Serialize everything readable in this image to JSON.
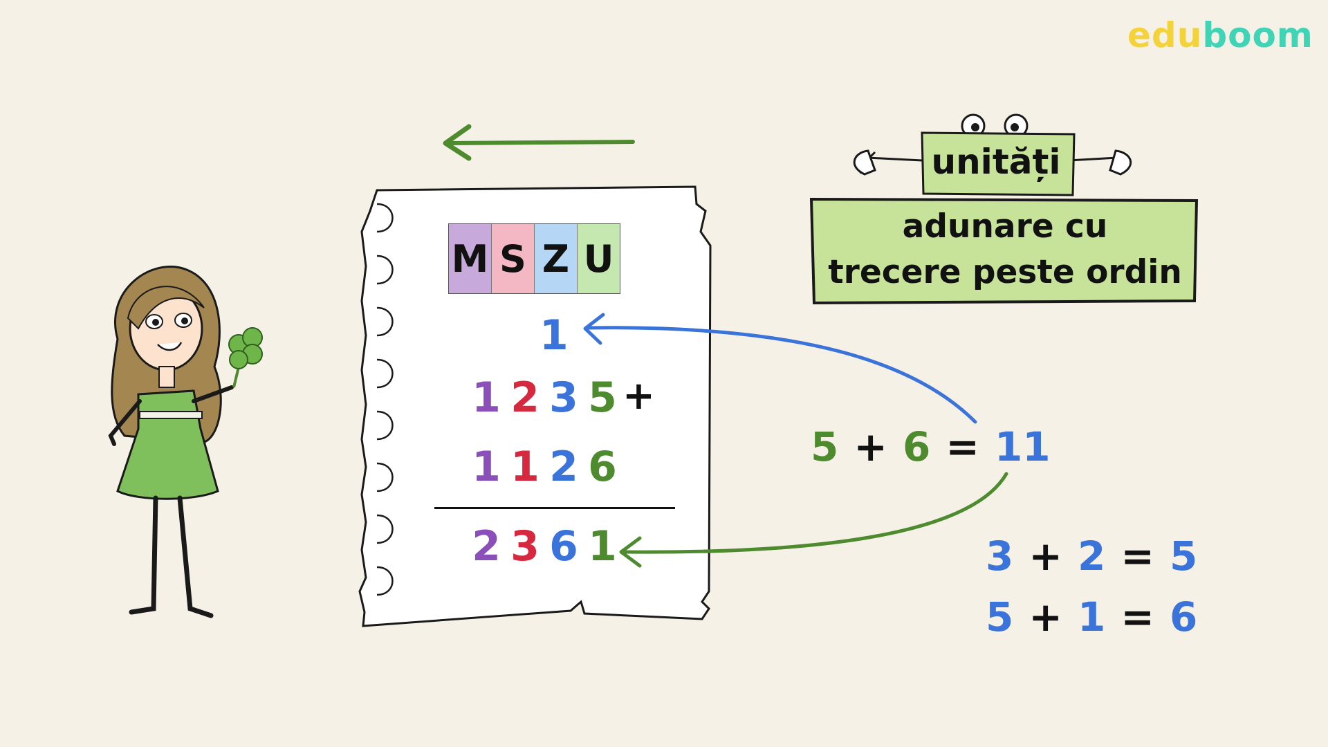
{
  "brand": {
    "edu": "edu",
    "boom": "boom"
  },
  "colors": {
    "purple": "#8a4fb8",
    "red": "#d6283f",
    "blue": "#3a73d9",
    "green": "#4e8b2f",
    "dark": "#111111",
    "sign_fill": "#c7e39a"
  },
  "place_values": [
    {
      "label": "M",
      "color": "#c8a9dc"
    },
    {
      "label": "S",
      "color": "#f3b8c4"
    },
    {
      "label": "Z",
      "color": "#b5d6f5"
    },
    {
      "label": "U",
      "color": "#c4e8b0"
    }
  ],
  "carry": "1",
  "operand1": [
    "1",
    "2",
    "3",
    "5"
  ],
  "operator": "+",
  "operand2": [
    "1",
    "1",
    "2",
    "6"
  ],
  "result": [
    "2",
    "3",
    "6",
    "1"
  ],
  "sign": {
    "small_label": "unități",
    "big_label_line1": "adunare cu",
    "big_label_line2": "trecere peste ordin"
  },
  "equations": {
    "units": {
      "a": "5",
      "op": "+",
      "b": "6",
      "eq": "=",
      "r": "11"
    },
    "tens": {
      "a": "3",
      "op": "+",
      "b": "2",
      "eq": "=",
      "r": "5"
    },
    "thousands": {
      "a": "5",
      "op": "+",
      "b": "1",
      "eq": "=",
      "r": "6"
    }
  },
  "icons": [
    "left-arrow-icon",
    "torn-paper-sheet",
    "girl-character",
    "clover-icon",
    "sign-monster"
  ]
}
